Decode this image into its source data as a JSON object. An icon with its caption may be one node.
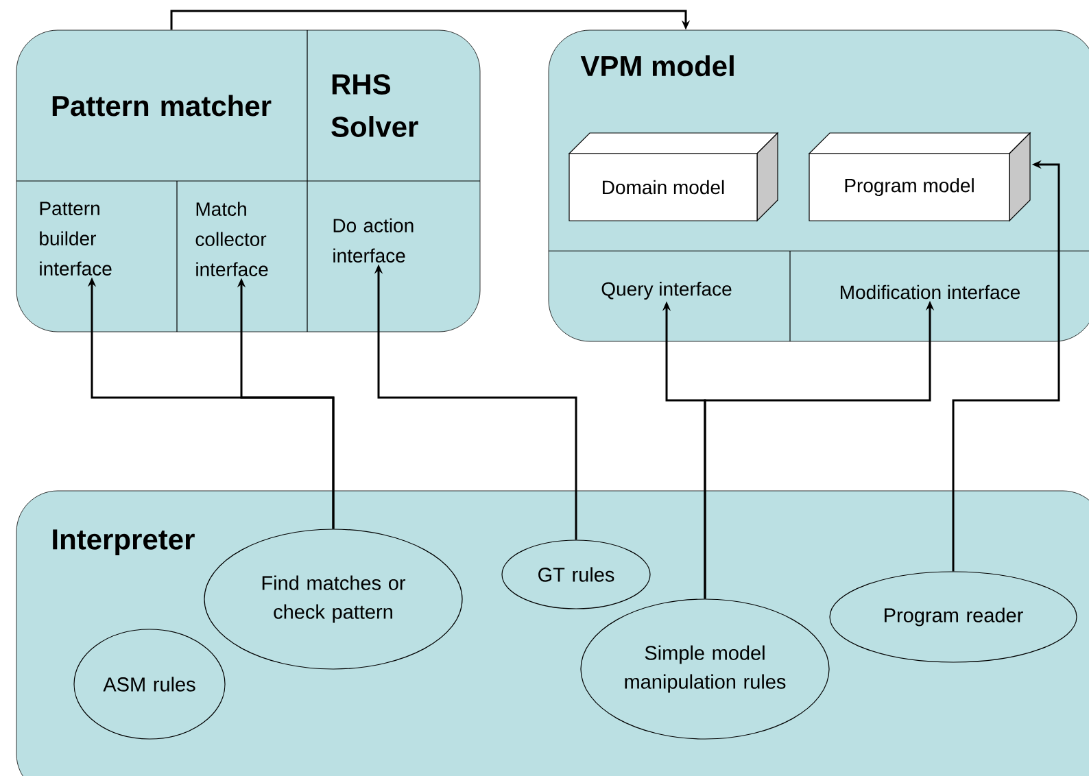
{
  "diagram": {
    "nodes": [
      {
        "text": [],
        "shape": "box"
      },
      {
        "text": [
          "Pattern matcher"
        ],
        "in": 0
      },
      {
        "text": [
          "RHS Solver"
        ],
        "in": 0
      },
      {
        "text": [
          "Pattern builder interface"
        ],
        "in": 0
      },
      {
        "text": [
          "Match collector interface"
        ],
        "in": 0
      },
      {
        "text": [
          "Do action interface"
        ],
        "in": 0
      },
      {
        "text": [
          "VPM model"
        ]
      },
      {
        "text": [
          "Domain model"
        ],
        "in": 6
      },
      {
        "text": [
          "Program model"
        ],
        "in": 6
      },
      {
        "text": [
          "Query interface"
        ],
        "in": 6
      },
      {
        "text": [
          "Modification interface"
        ],
        "in": 6
      },
      {
        "text": [
          "Interpreter"
        ]
      },
      {
        "text": [
          "Find matches or check pattern"
        ],
        "in": 11
      },
      {
        "text": [
          "GT rules"
        ],
        "in": 11
      },
      {
        "text": [
          "ASM rules"
        ],
        "in": 11
      },
      {
        "text": [
          "Simple model manipulation rules"
        ],
        "in": 11
      },
      {
        "text": [
          "Program reader"
        ],
        "in": 11
      }
    ],
    "edges": [
      {
        "from": 1,
        "to": 6,
        "arrow": "to"
      },
      {
        "from": 12,
        "to": 3,
        "arrow": "to"
      },
      {
        "from": 12,
        "to": 4,
        "arrow": "to"
      },
      {
        "from": 13,
        "to": 5,
        "arrow": "to"
      },
      {
        "from": 15,
        "to": 9,
        "arrow": "to"
      },
      {
        "from": 15,
        "to": 10,
        "arrow": "to"
      },
      {
        "from": 16,
        "to": 8,
        "arrow": "to"
      }
    ]
  }
}
